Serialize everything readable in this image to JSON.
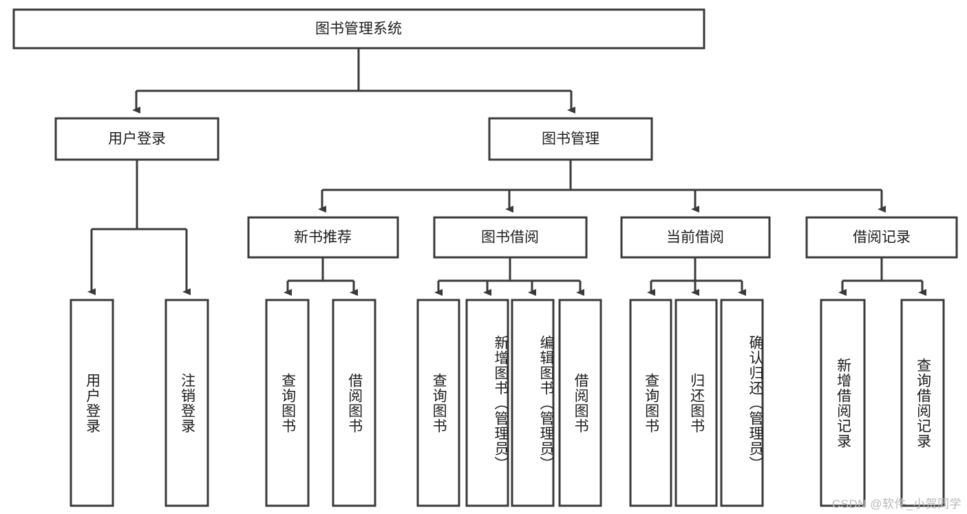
{
  "diagram": {
    "title_node": {
      "label": "图书管理系统"
    },
    "level2": [
      {
        "id": "user-login",
        "label": "用户登录"
      },
      {
        "id": "book-management",
        "label": "图书管理"
      }
    ],
    "level3": [
      {
        "id": "new-book-recommend",
        "label": "新书推荐"
      },
      {
        "id": "book-borrow",
        "label": "图书借阅"
      },
      {
        "id": "current-borrow",
        "label": "当前借阅"
      },
      {
        "id": "borrow-record",
        "label": "借阅记录"
      }
    ],
    "leaves": {
      "user-login": [
        {
          "id": "leaf-user-login",
          "label": "用户登录"
        },
        {
          "id": "leaf-logout",
          "label": "注销登录"
        }
      ],
      "new-book-recommend": [
        {
          "id": "leaf-query-book-1",
          "label": "查询图书"
        },
        {
          "id": "leaf-borrow-book-1",
          "label": "借阅图书"
        }
      ],
      "book-borrow": [
        {
          "id": "leaf-query-book-2",
          "label": "查询图书"
        },
        {
          "id": "leaf-add-book",
          "label": "新增图书（管理员）"
        },
        {
          "id": "leaf-edit-book",
          "label": "编辑图书（管理员）"
        },
        {
          "id": "leaf-borrow-book-2",
          "label": "借阅图书"
        }
      ],
      "current-borrow": [
        {
          "id": "leaf-query-book-3",
          "label": "查询图书"
        },
        {
          "id": "leaf-return-book",
          "label": "归还图书"
        },
        {
          "id": "leaf-confirm-return",
          "label": "确认归还（管理员）"
        }
      ],
      "borrow-record": [
        {
          "id": "leaf-add-record",
          "label": "新增借阅记录"
        },
        {
          "id": "leaf-query-record",
          "label": "查询借阅记录"
        }
      ]
    },
    "colors": {
      "box_stroke": "#3a3a3a",
      "box_fill": "#ffffff",
      "text": "#1d1d1d",
      "background": "#ffffff",
      "watermark": "#b9b9b9"
    }
  },
  "watermark": {
    "text": "CSDN @软件_小贺同学"
  }
}
